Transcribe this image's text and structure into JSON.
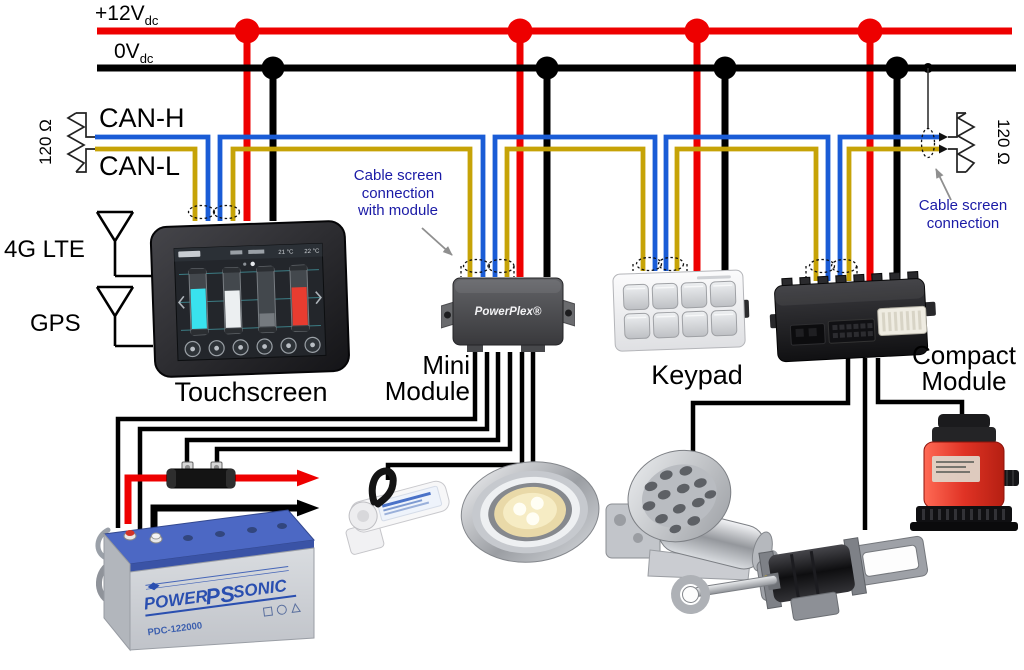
{
  "power": {
    "v12_label": "+12V",
    "v12_sub": "dc",
    "v0_label": "0V",
    "v0_sub": "dc"
  },
  "can": {
    "h_label": "CAN-H",
    "l_label": "CAN-L",
    "terminator_left": "120 Ω",
    "terminator_right": "120 Ω"
  },
  "antennas": {
    "lte": "4G LTE",
    "gps": "GPS"
  },
  "notes": {
    "left": [
      "Cable screen",
      "connection",
      "with module"
    ],
    "right": [
      "Cable screen",
      "connection"
    ]
  },
  "devices": {
    "touchscreen": {
      "label": "Touchscreen",
      "temp1": "21 °C",
      "temp2": "22 °C"
    },
    "mini": {
      "label1": "Mini",
      "label2": "Module",
      "brand": "PowerPlex®"
    },
    "keypad": {
      "label": "Keypad"
    },
    "compact": {
      "label1": "Compact",
      "label2": "Module"
    },
    "battery": {
      "brand1": "POWER",
      "brand_ps": "PS",
      "brand2": "SONIC",
      "model": "PDC-122000"
    }
  },
  "colors": {
    "rail_12v": "#ee0000",
    "rail_0v": "#000000",
    "can_h": "#1a5cd6",
    "can_l": "#c6a307",
    "note_text": "#1a1aa6",
    "bilge_pump_red": "#d92a1b",
    "battery_top_blue": "#4c68c4"
  }
}
